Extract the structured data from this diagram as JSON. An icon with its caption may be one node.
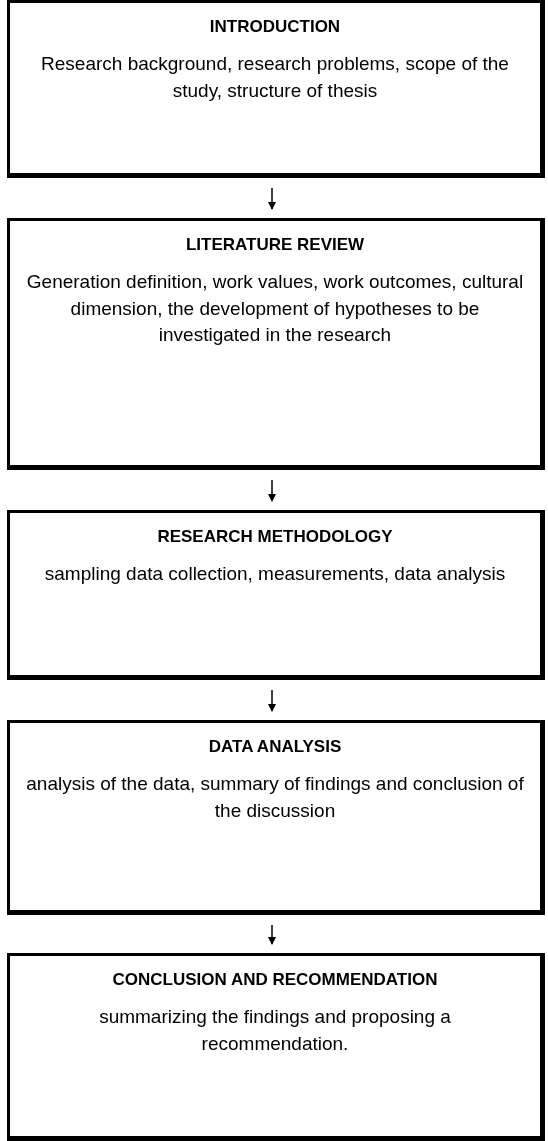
{
  "diagram": {
    "nodes": [
      {
        "text": [
          "INTRODUCTION",
          "Research background, research problems, scope of the study, structure of thesis"
        ]
      },
      {
        "text": [
          "LITERATURE REVIEW",
          "Generation definition, work values, work outcomes, cultural dimension, the development of hypotheses to be investigated in the research"
        ]
      },
      {
        "text": [
          "RESEARCH METHODOLOGY",
          "sampling data collection, measurements, data analysis"
        ]
      },
      {
        "text": [
          "DATA ANALYSIS",
          "analysis of the data, summary of findings and conclusion of the discussion"
        ]
      },
      {
        "text": [
          "CONCLUSION AND RECOMMENDATION",
          "summarizing the findings and proposing a recommendation."
        ]
      }
    ],
    "edges": [
      {
        "from": 0,
        "to": 1,
        "arrow": "to"
      },
      {
        "from": 1,
        "to": 2,
        "arrow": "to"
      },
      {
        "from": 2,
        "to": 3,
        "arrow": "to"
      },
      {
        "from": 3,
        "to": 4,
        "arrow": "to"
      }
    ]
  }
}
